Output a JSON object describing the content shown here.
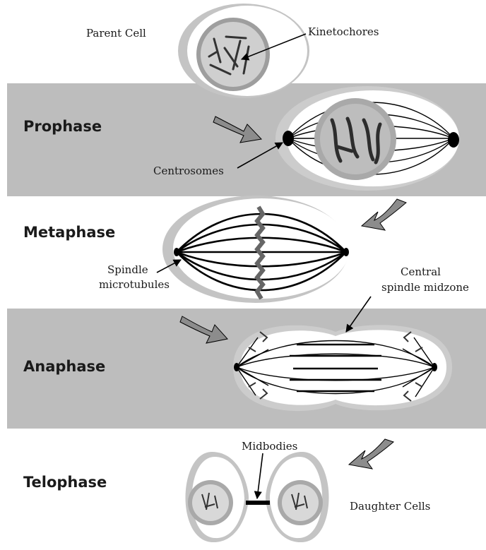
{
  "phases": {
    "prophase": "Prophase",
    "metaphase": "Metaphase",
    "anaphase": "Anaphase",
    "telophase": "Telophase"
  },
  "labels": {
    "parent_cell": "Parent Cell",
    "kinetochores": "Kinetochores",
    "centrosomes": "Centrosomes",
    "spindle_line1": "Spindle",
    "spindle_line2": "microtubules",
    "central_line1": "Central",
    "central_line2": "spindle midzone",
    "midbodies": "Midbodies",
    "daughter_cells": "Daughter Cells"
  },
  "colors": {
    "band": "#bdbdbd",
    "cell_rim": "#c4c4c4",
    "cell_body": "#ffffff",
    "nucleus": "#a9a9a9",
    "arrow_fill": "#8c8c8c"
  }
}
